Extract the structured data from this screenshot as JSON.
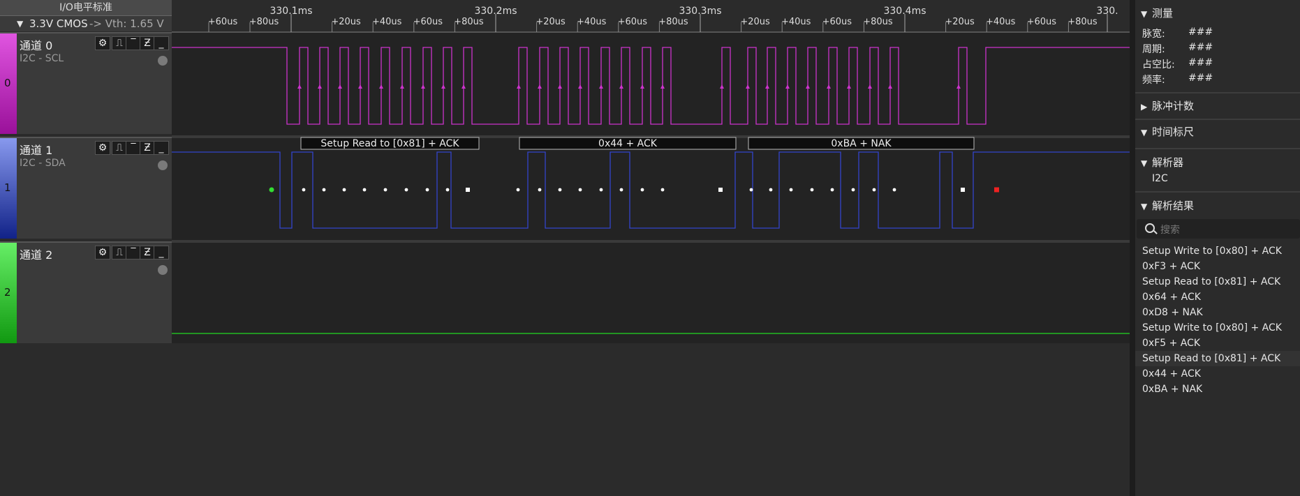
{
  "io_standard": {
    "header": "I/O电平标准",
    "selected": "3.3V CMOS",
    "vth": "-> Vth: 1.65 V"
  },
  "channels": [
    {
      "num": "0",
      "name": "通道 0",
      "protocol": "I2C - SCL",
      "color": "#cc22cc"
    },
    {
      "num": "1",
      "name": "通道 1",
      "protocol": "I2C - SDA",
      "color": "#2233aa"
    },
    {
      "num": "2",
      "name": "通道 2",
      "protocol": "",
      "color": "#22cc33"
    }
  ],
  "ruler": {
    "major_labels": [
      "330.1ms",
      "330.2ms",
      "330.3ms",
      "330.4ms",
      "330."
    ],
    "minor_labels": [
      "+60us",
      "+80us",
      "+20us",
      "+40us",
      "+60us",
      "+80us",
      "+20us",
      "+40us",
      "+60us",
      "+80us",
      "+20us",
      "+40us",
      "+60us",
      "+80us",
      "+20us",
      "+40us",
      "+60us",
      "+80us"
    ]
  },
  "decode_labels": [
    "Setup Read to [0x81] + ACK",
    "0x44 + ACK",
    "0xBA + NAK"
  ],
  "panel": {
    "measure_title": "测量",
    "measure": [
      {
        "label": "脉宽:",
        "value": "###"
      },
      {
        "label": "周期:",
        "value": "###"
      },
      {
        "label": "占空比:",
        "value": "###"
      },
      {
        "label": "频率:",
        "value": "###"
      }
    ],
    "pulse_count_title": "脉冲计数",
    "time_ruler_title": "时间标尺",
    "analyzer_title": "解析器",
    "analyzer_value": "I2C",
    "results_title": "解析结果",
    "search_placeholder": "搜索",
    "results": [
      "Setup Write to [0x80] + ACK",
      "0xF3 + ACK",
      "Setup Read to [0x81] + ACK",
      "0x64 + ACK",
      "0xD8 + NAK",
      "Setup Write to [0x80] + ACK",
      "0xF5 + ACK",
      "Setup Read to [0x81] + ACK",
      "0x44 + ACK",
      "0xBA + NAK"
    ]
  },
  "colors": {
    "scl": "#cc33cc",
    "sda": "#3344cc",
    "ch2": "#22bb22",
    "start_marker": "#33dd33",
    "stop_marker": "#ee2222"
  }
}
